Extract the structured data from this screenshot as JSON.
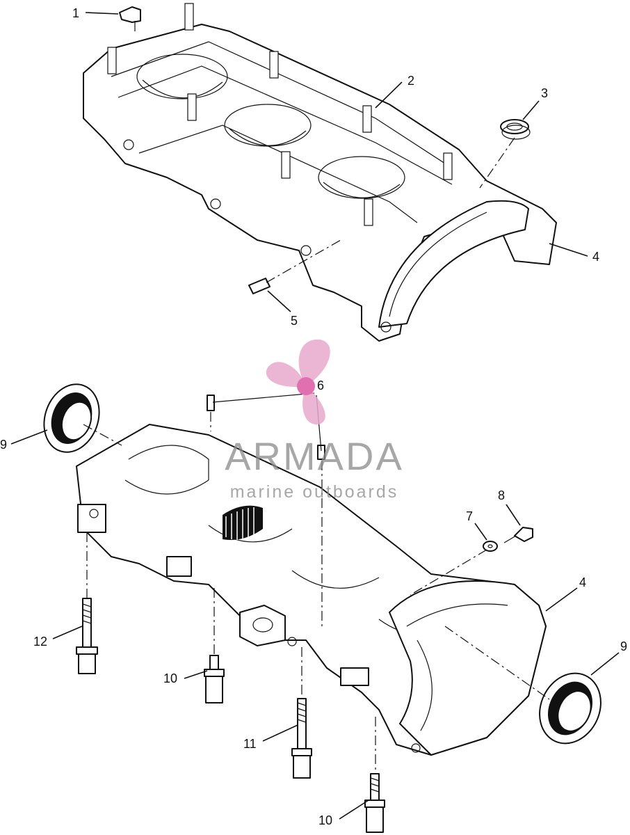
{
  "callouts": {
    "c1": "1",
    "c2": "2",
    "c3": "3",
    "c4_upper": "4",
    "c5": "5",
    "c6": "6",
    "c7": "7",
    "c8": "8",
    "c4_lower": "4",
    "c9_left": "9",
    "c9_right": "9",
    "c10_a": "10",
    "c10_b": "10",
    "c11": "11",
    "c12": "12"
  },
  "watermark": {
    "title": "ARMADA",
    "subtitle": "marine outboards",
    "logo_icon": "propeller-icon",
    "logo_color": "#e8a8cc",
    "logo_hub_color": "#e070b0",
    "text_color": "#8a8a8a"
  }
}
